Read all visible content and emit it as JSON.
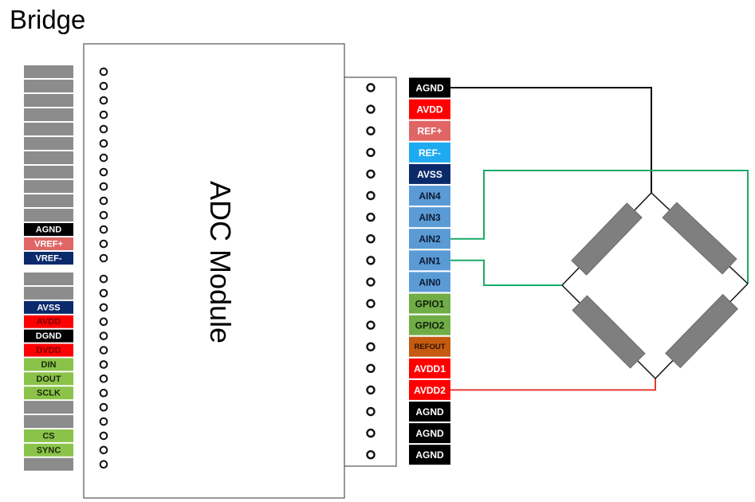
{
  "title": "Bridge",
  "module_label": "ADC Module",
  "left_pins": [
    {
      "label": "",
      "color": "#8c8c8c",
      "text": "#fff"
    },
    {
      "label": "",
      "color": "#8c8c8c",
      "text": "#fff"
    },
    {
      "label": "",
      "color": "#8c8c8c",
      "text": "#fff"
    },
    {
      "label": "",
      "color": "#8c8c8c",
      "text": "#fff"
    },
    {
      "label": "",
      "color": "#8c8c8c",
      "text": "#fff"
    },
    {
      "label": "",
      "color": "#8c8c8c",
      "text": "#fff"
    },
    {
      "label": "",
      "color": "#8c8c8c",
      "text": "#fff"
    },
    {
      "label": "",
      "color": "#8c8c8c",
      "text": "#fff"
    },
    {
      "label": "",
      "color": "#8c8c8c",
      "text": "#fff"
    },
    {
      "label": "",
      "color": "#8c8c8c",
      "text": "#fff"
    },
    {
      "label": "",
      "color": "#8c8c8c",
      "text": "#fff"
    },
    {
      "label": "AGND",
      "color": "#000000",
      "text": "#ffffff"
    },
    {
      "label": "VREF+",
      "color": "#e06666",
      "text": "#ffffff"
    },
    {
      "label": "VREF-",
      "color": "#0b2a6b",
      "text": "#ffffff"
    },
    {
      "label": "",
      "color": "#8c8c8c",
      "text": "#fff"
    },
    {
      "label": "",
      "color": "#8c8c8c",
      "text": "#fff"
    },
    {
      "label": "AVSS",
      "color": "#0b2a6b",
      "text": "#ffffff"
    },
    {
      "label": "AVDD",
      "color": "#ff0000",
      "text": "#7a0000"
    },
    {
      "label": "DGND",
      "color": "#000000",
      "text": "#ffffff"
    },
    {
      "label": "DVDD",
      "color": "#ff0000",
      "text": "#7a0000"
    },
    {
      "label": "DIN",
      "color": "#8bc34a",
      "text": "#1a2a0a"
    },
    {
      "label": "DOUT",
      "color": "#8bc34a",
      "text": "#1a2a0a"
    },
    {
      "label": "SCLK",
      "color": "#8bc34a",
      "text": "#1a2a0a"
    },
    {
      "label": "",
      "color": "#8c8c8c",
      "text": "#fff"
    },
    {
      "label": "",
      "color": "#8c8c8c",
      "text": "#fff"
    },
    {
      "label": "CS",
      "color": "#8bc34a",
      "text": "#1a2a0a"
    },
    {
      "label": "SYNC",
      "color": "#8bc34a",
      "text": "#1a2a0a"
    },
    {
      "label": "",
      "color": "#8c8c8c",
      "text": "#fff"
    }
  ],
  "right_pins": [
    {
      "label": "AGND",
      "color": "#000000",
      "text": "#ffffff"
    },
    {
      "label": "AVDD",
      "color": "#ff0000",
      "text": "#ffffff"
    },
    {
      "label": "REF+",
      "color": "#e06666",
      "text": "#ffffff"
    },
    {
      "label": "REF-",
      "color": "#1eaaf1",
      "text": "#ffffff"
    },
    {
      "label": "AVSS",
      "color": "#0b2a6b",
      "text": "#ffffff"
    },
    {
      "label": "AIN4",
      "color": "#5b9bd5",
      "text": "#0b1a33"
    },
    {
      "label": "AIN3",
      "color": "#5b9bd5",
      "text": "#0b1a33"
    },
    {
      "label": "AIN2",
      "color": "#5b9bd5",
      "text": "#0b1a33"
    },
    {
      "label": "AIN1",
      "color": "#5b9bd5",
      "text": "#0b1a33"
    },
    {
      "label": "AIN0",
      "color": "#5b9bd5",
      "text": "#0b1a33"
    },
    {
      "label": "GPIO1",
      "color": "#70ad47",
      "text": "#10200a"
    },
    {
      "label": "GPIO2",
      "color": "#70ad47",
      "text": "#10200a"
    },
    {
      "label": "REFOUT",
      "color": "#c55a11",
      "text": "#2a1000"
    },
    {
      "label": "AVDD1",
      "color": "#ff0000",
      "text": "#ffffff"
    },
    {
      "label": "AVDD2",
      "color": "#ff0000",
      "text": "#ffffff"
    },
    {
      "label": "AGND",
      "color": "#000000",
      "text": "#ffffff"
    },
    {
      "label": "AGND",
      "color": "#000000",
      "text": "#ffffff"
    },
    {
      "label": "AGND",
      "color": "#000000",
      "text": "#ffffff"
    }
  ],
  "wire_colors": {
    "ground": "#000000",
    "signal": "#1aaa66",
    "supply": "#e53935"
  },
  "resistor_color": "#7f7f7f"
}
